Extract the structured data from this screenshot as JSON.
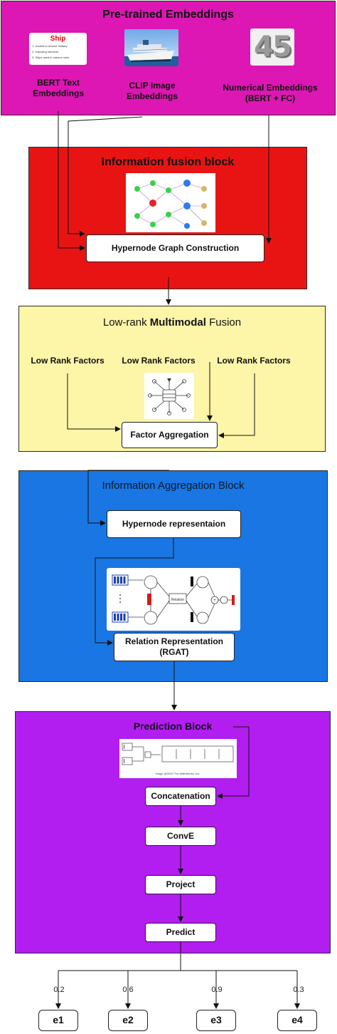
{
  "pretrained": {
    "title": "Pre-trained Embeddings",
    "text_label": "BERT Text\nEmbeddings",
    "image_label": "CLIP Image\nEmbeddings",
    "num_label": "Numerical Embeddings\n(BERT + FC)",
    "ship_card": {
      "title": "Ship",
      "lines": [
        "1. Unable to receive military.",
        "2. Imposing structure.",
        "3. Ships used in various roles."
      ]
    },
    "num_card": "45"
  },
  "fusion": {
    "title": "Information fusion block",
    "box": "Hypernode Graph Construction"
  },
  "lowrank": {
    "title_a": "Low-rank ",
    "title_b": "Multimodal",
    "title_c": " Fusion",
    "factor_left": "Low Rank Factors",
    "factor_mid": "Low Rank Factors",
    "factor_right": "Low Rank Factors",
    "box": "Factor Aggregation"
  },
  "aggregation": {
    "title": "Information Aggregation Block",
    "box1": "Hypernode representaion",
    "box2": "Relation Representation\n(RGAT)",
    "rgat_center": "Relation"
  },
  "prediction": {
    "title": "Prediction Block",
    "box1": "Concatenation",
    "box2": "ConvE",
    "box3": "Project",
    "box4": "Predict",
    "conve_caption": "Image @2020 The MathWorks, Inc."
  },
  "outputs": {
    "items": [
      {
        "label": "e1",
        "prob": "0.2"
      },
      {
        "label": "e2",
        "prob": "0.6"
      },
      {
        "label": "e3",
        "prob": "0.9"
      },
      {
        "label": "e4",
        "prob": "0.3"
      }
    ]
  },
  "colors": {
    "pretrained": "#dd17b3",
    "fusion": "#e81414",
    "lowrank": "#fdf5a8",
    "aggregation": "#1976e2",
    "prediction": "#b21ef0"
  }
}
